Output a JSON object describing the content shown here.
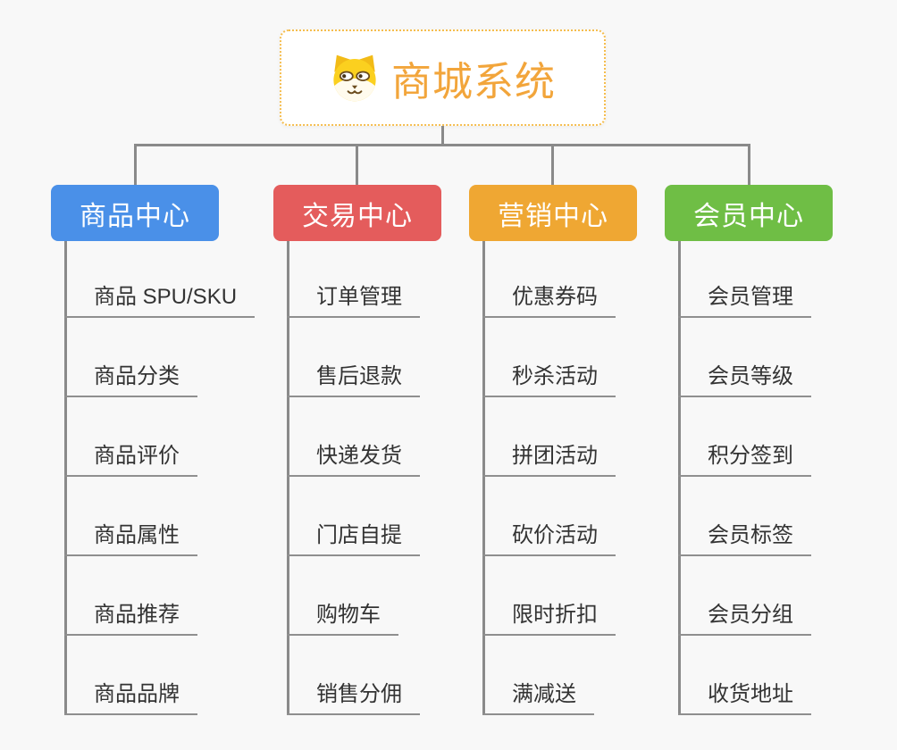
{
  "root": {
    "title": "商城系统",
    "title_color": "#f2a53b",
    "border_color": "#f5bd4e",
    "icon": "shiba-dog-icon"
  },
  "connectors": {
    "color": "#8a8a8a"
  },
  "branches": [
    {
      "label": "商品中心",
      "color": "#4a90e8",
      "children": [
        "商品 SPU/SKU",
        "商品分类",
        "商品评价",
        "商品属性",
        "商品推荐",
        "商品品牌"
      ]
    },
    {
      "label": "交易中心",
      "color": "#e45c5c",
      "children": [
        "订单管理",
        "售后退款",
        "快递发货",
        "门店自提",
        "购物车",
        "销售分佣"
      ]
    },
    {
      "label": "营销中心",
      "color": "#efa733",
      "children": [
        "优惠券码",
        "秒杀活动",
        "拼团活动",
        "砍价活动",
        "限时折扣",
        "满减送"
      ]
    },
    {
      "label": "会员中心",
      "color": "#6fbe45",
      "children": [
        "会员管理",
        "会员等级",
        "积分签到",
        "会员标签",
        "会员分组",
        "收货地址"
      ]
    }
  ]
}
